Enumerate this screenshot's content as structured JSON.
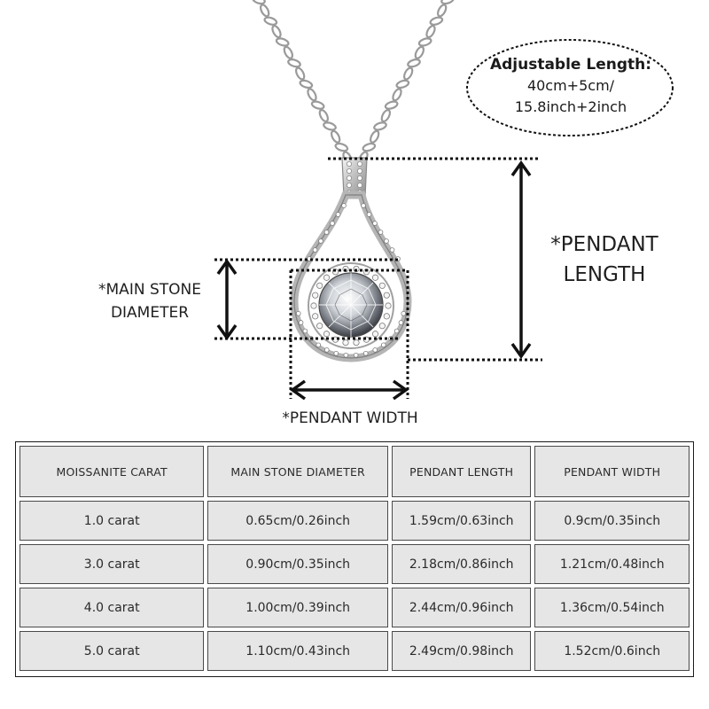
{
  "info": {
    "adjustable_title": "Adjustable Length:",
    "adjustable_lines": [
      "40cm+5cm/",
      "15.8inch+2inch"
    ]
  },
  "labels": {
    "main_stone": [
      "*MAIN STONE",
      "DIAMETER"
    ],
    "pendant_length": [
      "*PENDANT",
      "LENGTH"
    ],
    "pendant_width": "*PENDANT WIDTH"
  },
  "table": {
    "headers": [
      "MOISSANITE CARAT",
      "MAIN STONE DIAMETER",
      "PENDANT LENGTH",
      "PENDANT WIDTH"
    ],
    "rows": [
      [
        "1.0 carat",
        "0.65cm/0.26inch",
        "1.59cm/0.63inch",
        "0.9cm/0.35inch"
      ],
      [
        "3.0 carat",
        "0.90cm/0.35inch",
        "2.18cm/0.86inch",
        "1.21cm/0.48inch"
      ],
      [
        "4.0 carat",
        "1.00cm/0.39inch",
        "2.44cm/0.96inch",
        "1.36cm/0.54inch"
      ],
      [
        "5.0 carat",
        "1.10cm/0.43inch",
        "2.49cm/0.98inch",
        "1.52cm/0.6inch"
      ]
    ]
  },
  "colors": {
    "cell_background": "#e6e6e6",
    "metal": "#c9c9c9",
    "line": "#111111"
  }
}
